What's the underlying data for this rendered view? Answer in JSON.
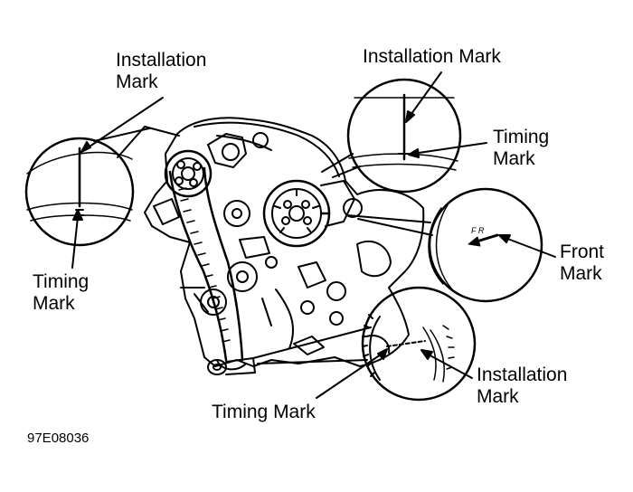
{
  "labels": {
    "installation_mark_left": [
      "Installation",
      "Mark"
    ],
    "installation_mark_top": [
      "Installation Mark"
    ],
    "timing_mark_top_right": [
      "Timing",
      "Mark"
    ],
    "timing_mark_left": [
      "Timing",
      "Mark"
    ],
    "front_mark": [
      "Front",
      "Mark"
    ],
    "installation_mark_bottom_right": [
      "Installation",
      "Mark"
    ],
    "timing_mark_bottom": [
      "Timing Mark"
    ]
  },
  "fr_mark": "F R",
  "figure_id": "97E08036"
}
